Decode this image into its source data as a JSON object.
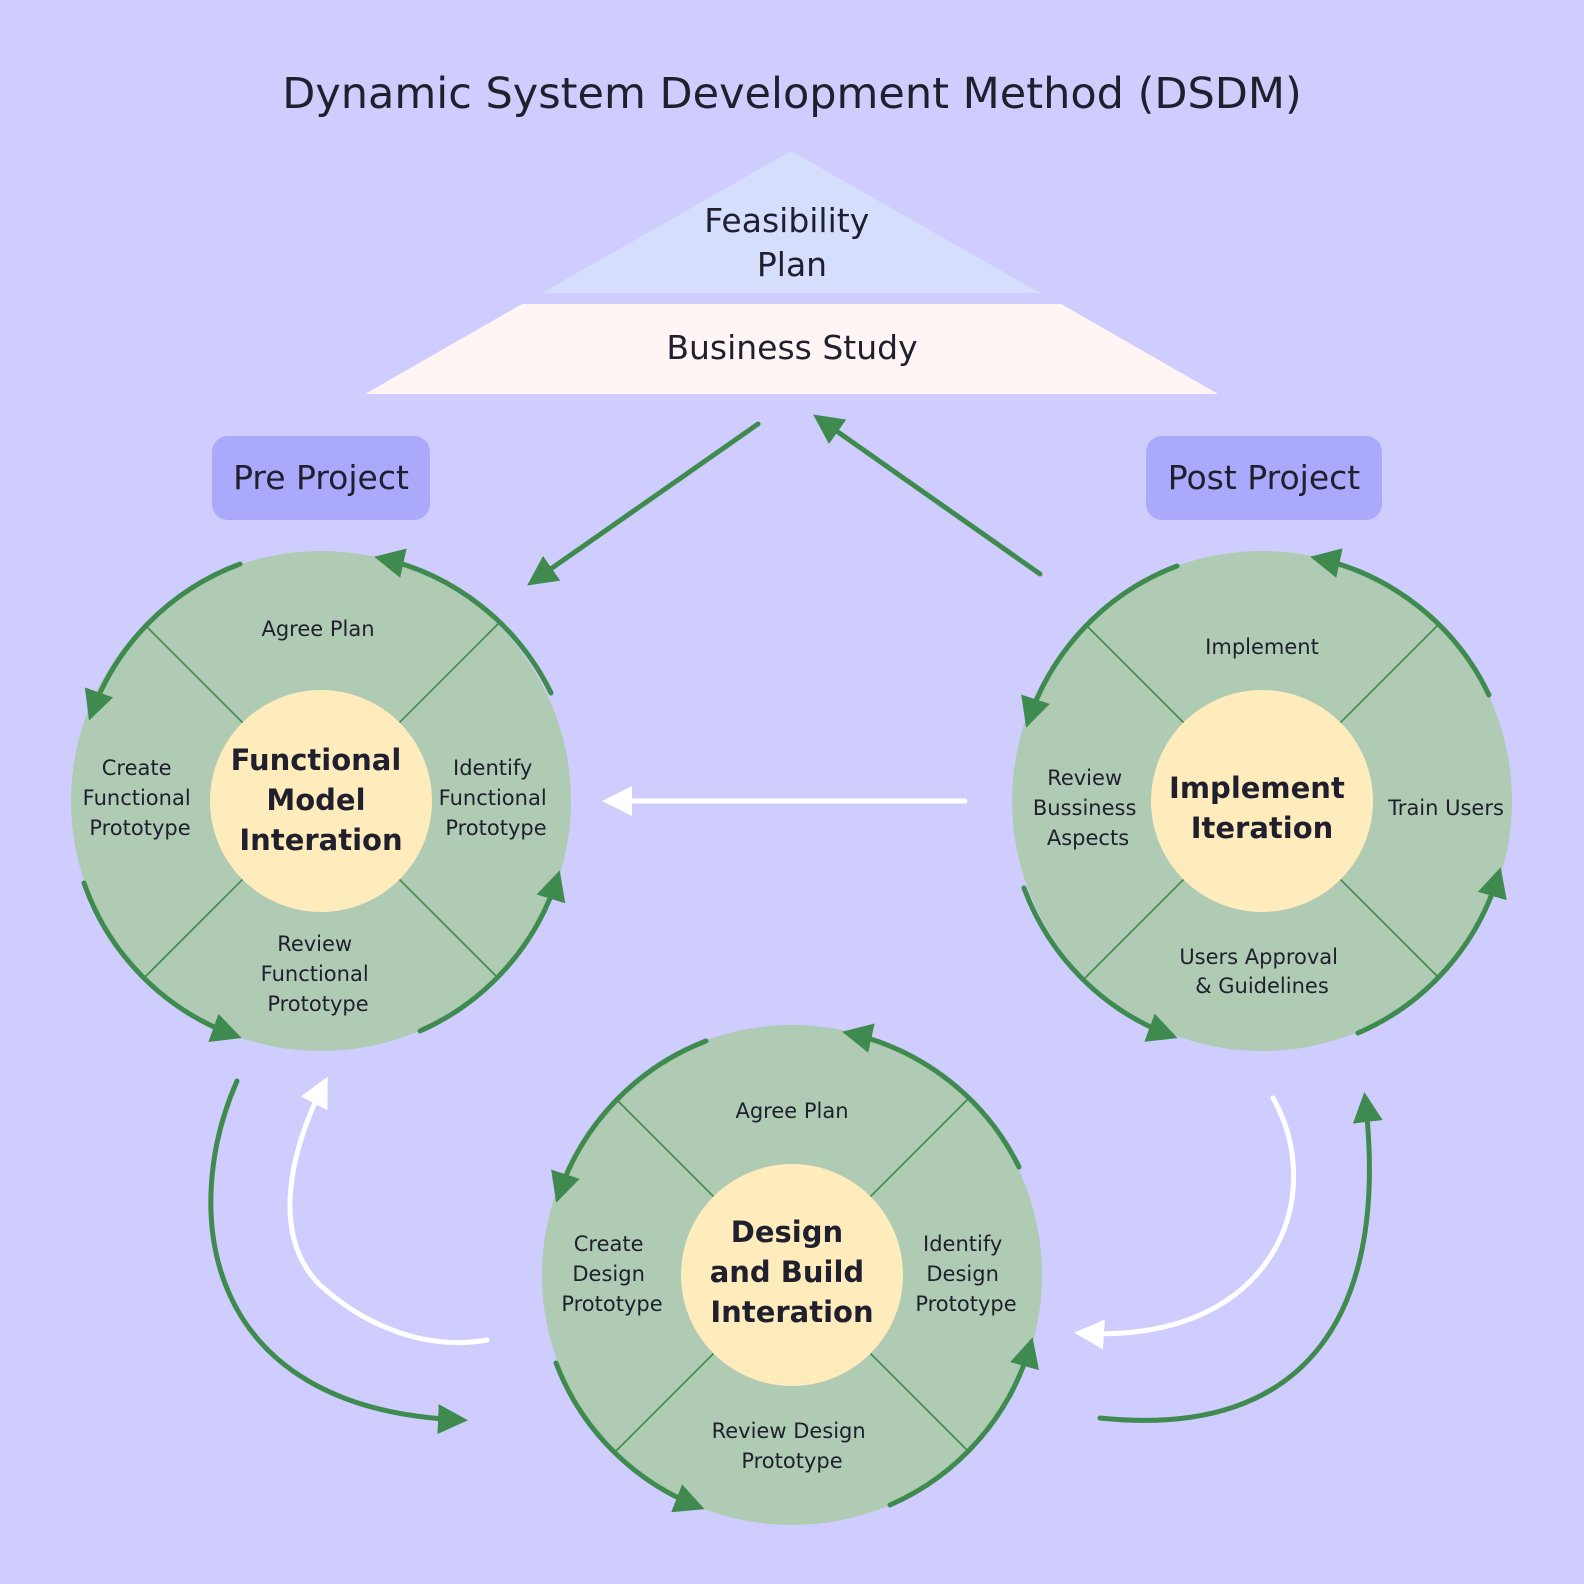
{
  "title": "Dynamic System Development Method (DSDM)",
  "feasibility": [
    "Feasibility",
    "Plan"
  ],
  "business_study": "Business Study",
  "pre_project": "Pre Project",
  "post_project": "Post Project",
  "functional": {
    "center": [
      "Functional",
      "Model",
      "Interation"
    ],
    "top": [
      "Agree Plan"
    ],
    "left": [
      "Create",
      "Functional",
      "Prototype"
    ],
    "right": [
      "Identify",
      "Functional",
      "Prototype"
    ],
    "bottom": [
      "Review",
      "Functional",
      "Prototype"
    ]
  },
  "implement": {
    "center": [
      "Implement",
      "Iteration"
    ],
    "top": [
      "Implement"
    ],
    "left": [
      "Review",
      "Bussiness",
      "Aspects"
    ],
    "right": [
      "Train Users"
    ],
    "bottom": [
      "Users Approval",
      "& Guidelines"
    ]
  },
  "design": {
    "center": [
      "Design",
      "and Build",
      "Interation"
    ],
    "top": [
      "Agree Plan"
    ],
    "left": [
      "Create",
      "Design",
      "Prototype"
    ],
    "right": [
      "Identify",
      "Design",
      "Prototype"
    ],
    "bottom": [
      "Review Design",
      "Prototype"
    ]
  },
  "colors": {
    "background": "#cfcdfd",
    "circle": "#afcbb3",
    "center": "#ffecbc",
    "arrow": "#3f8a4e",
    "feasibility": "#d6defd",
    "business": "#fff5f5",
    "phase_box": "#aba9fb"
  }
}
